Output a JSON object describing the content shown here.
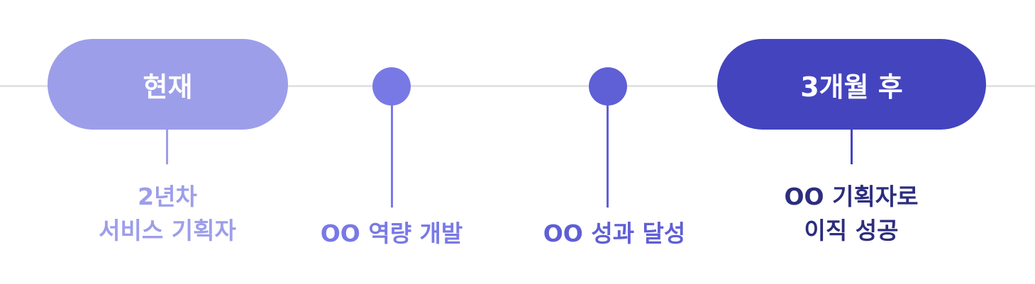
{
  "timeline": {
    "start": {
      "badge": "현재",
      "caption_line1": "2년차",
      "caption_line2": "서비스 기획자"
    },
    "milestones": [
      {
        "caption": "OO 역량 개발"
      },
      {
        "caption": "OO 성과 달성"
      }
    ],
    "end": {
      "badge": "3개월 후",
      "caption_line1": "OO 기획자로",
      "caption_line2": "이직 성공"
    }
  },
  "colors": {
    "line": "#e3e3e3",
    "start": "#9d9ee9",
    "milestone_1": "#7979e6",
    "milestone_2": "#5f5fd6",
    "end_badge": "#4444bf",
    "end_caption": "#2d2d7e"
  }
}
